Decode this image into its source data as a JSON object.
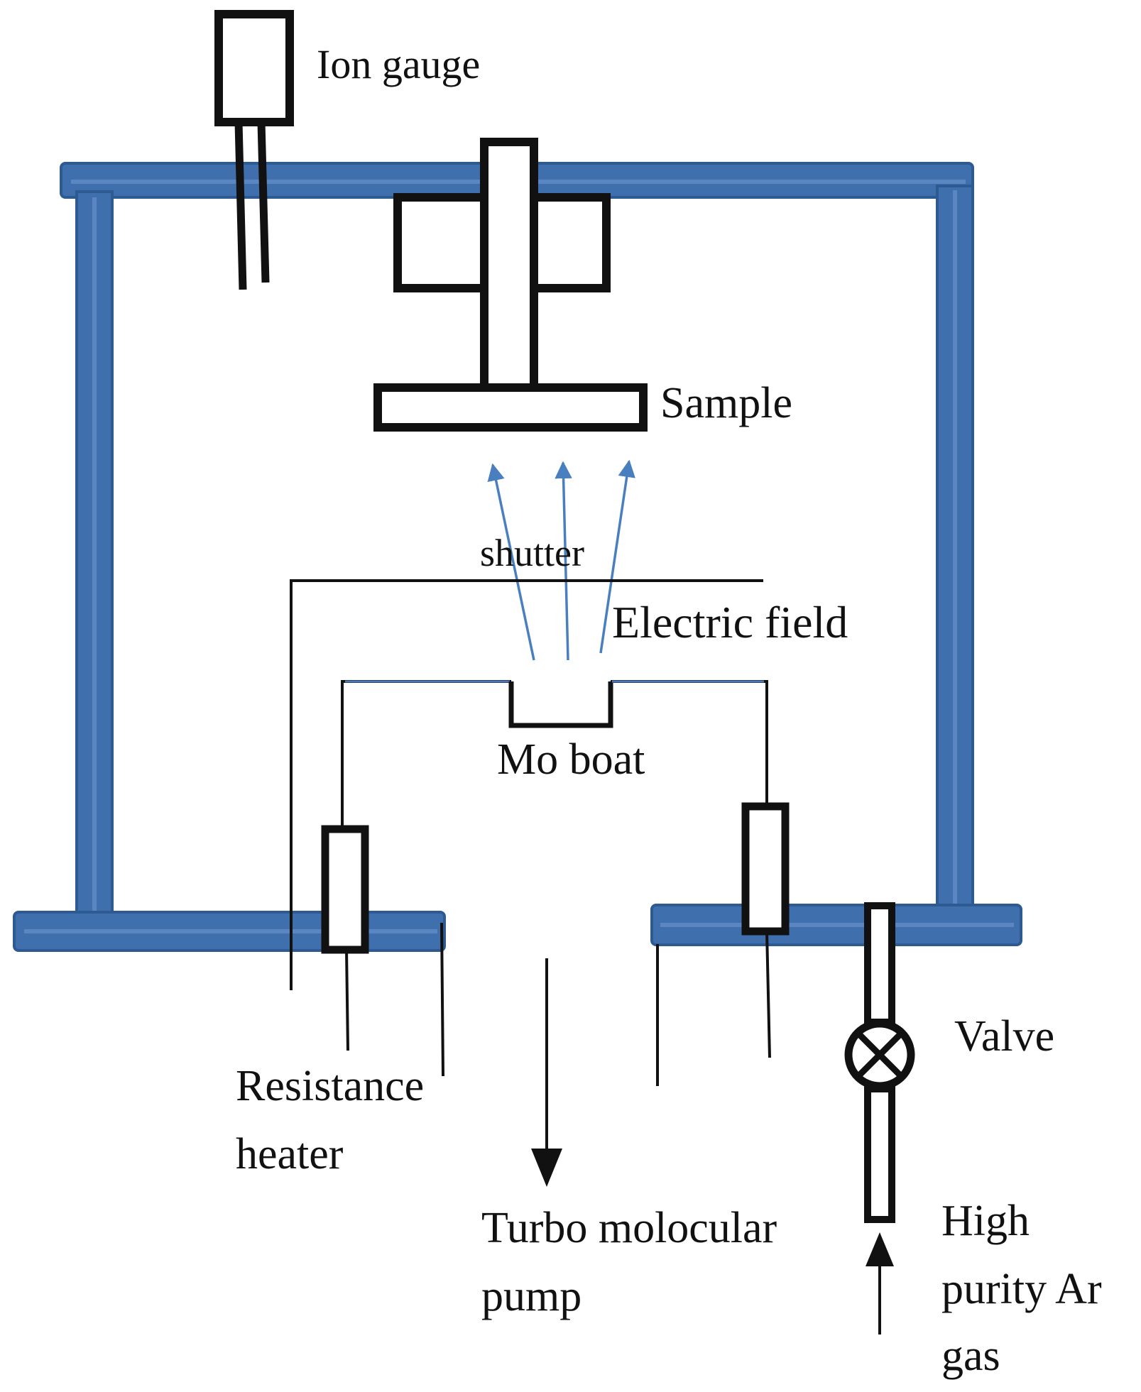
{
  "labels": {
    "ion_gauge": "Ion gauge",
    "sample": "Sample",
    "shutter": "shutter",
    "electric_field": "Electric field",
    "mo_boat": "Mo boat",
    "valve": "Valve",
    "resistance_heater_line1": "Resistance",
    "resistance_heater_line2": "heater",
    "pump_line1": "Turbo molocular",
    "pump_line2": "pump",
    "gas_line1": "High",
    "gas_line2": "purity Ar",
    "gas_line3": "gas"
  },
  "colors": {
    "chamber_fill": "#3f6fad",
    "chamber_edge": "#2e5a92",
    "chamber_highlight": "#5b86c2",
    "line": "#111111",
    "blue_wire": "#4a78b8",
    "arrow_blue": "#4a7fbf"
  }
}
